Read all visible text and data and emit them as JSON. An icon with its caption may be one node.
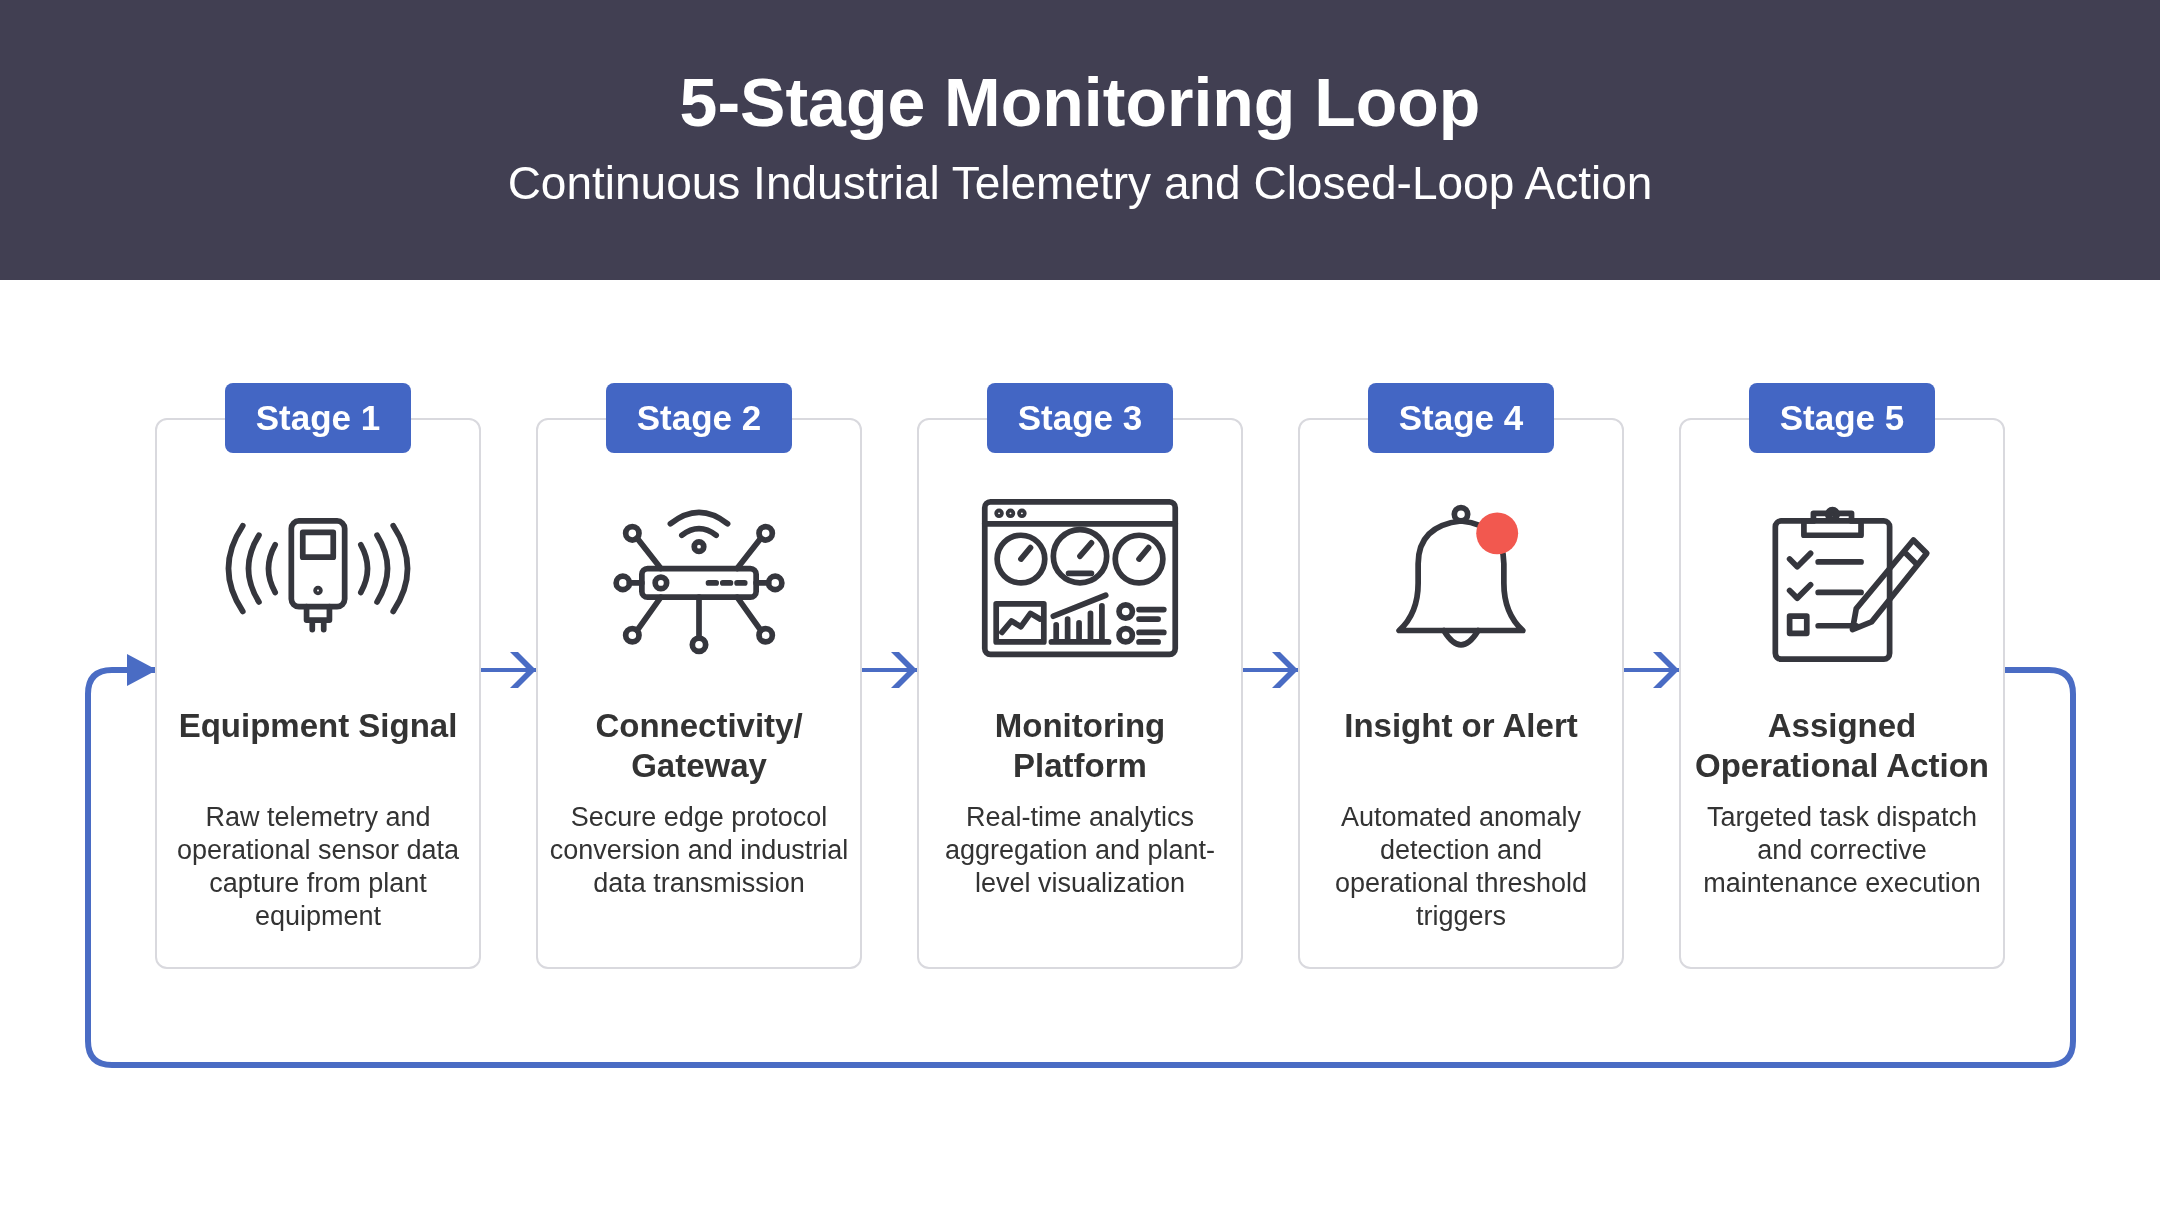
{
  "diagram": {
    "title": "5-Stage Monitoring Loop",
    "nodes": [
      {
        "text": [
          "Stage 1",
          "Equipment Signal",
          "Raw telemetry and operational sensor data capture from plant equipment"
        ]
      },
      {
        "text": [
          "Stage 2",
          "Connectivity/ Gateway",
          "Secure edge protocol conversion and industrial data transmission"
        ]
      },
      {
        "text": [
          "Stage 3",
          "Monitoring Platform",
          "Real-time analytics aggregation and plant-level visualization"
        ]
      },
      {
        "text": [
          "Stage 4",
          "Insight or Alert",
          "Automated anomaly detection and operational threshold triggers"
        ]
      },
      {
        "text": [
          "Stage 5",
          "Assigned Operational Action",
          "Targeted task dispatch and corrective maintenance execution"
        ]
      }
    ],
    "edges": [
      {
        "from": 0,
        "to": 1,
        "arrow": "to"
      },
      {
        "from": 1,
        "to": 2,
        "arrow": "to"
      },
      {
        "from": 2,
        "to": 3,
        "arrow": "to"
      },
      {
        "from": 3,
        "to": 4,
        "arrow": "to"
      },
      {
        "from": 4,
        "to": 0,
        "arrow": "to"
      }
    ],
    "labels": [
      "Continuous Industrial Telemetry and Closed-Loop Action"
    ]
  }
}
